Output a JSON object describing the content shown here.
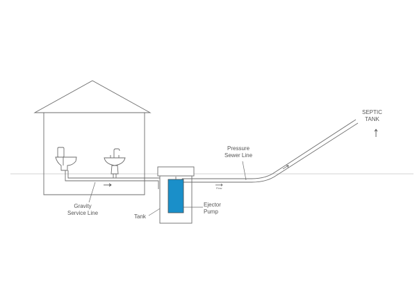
{
  "labels": {
    "septic_line1": "SEPTIC",
    "septic_line2": "TANK",
    "pressure_line1": "Pressure",
    "pressure_line2": "Sewer Line",
    "gravity_line1": "Gravity",
    "gravity_line2": "Service Line",
    "tank": "Tank",
    "ejector_line1": "Ejector",
    "ejector_line2": "Pump",
    "flow": "Flow"
  },
  "colors": {
    "outline": "#6b6b6b",
    "pump": "#1a8fc9",
    "background": "#ffffff"
  }
}
